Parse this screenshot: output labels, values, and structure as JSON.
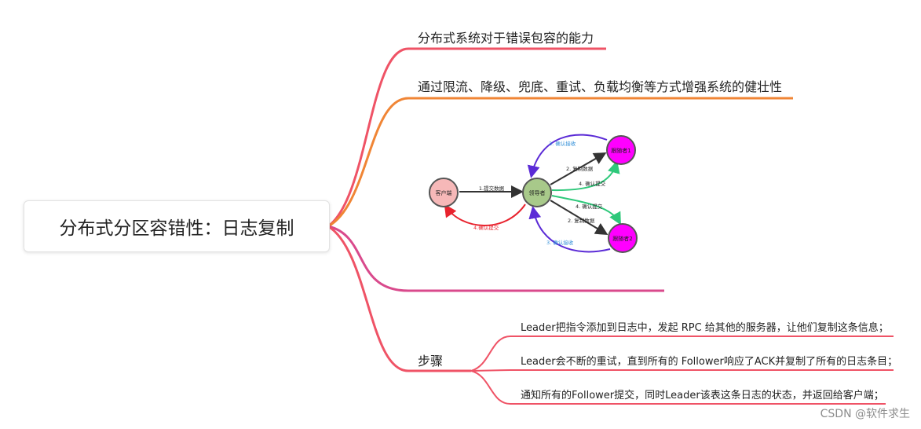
{
  "root": {
    "title": "分布式分区容错性：日志复制"
  },
  "branches": [
    {
      "label": "分布式系统对于错误包容的能力",
      "color": "#ef5366"
    },
    {
      "label": "通过限流、降级、兜底、重试、负载均衡等方式增强系统的健壮性",
      "color": "#f08535"
    },
    {
      "label": "",
      "color": "#d94a8c"
    },
    {
      "label": "步骤",
      "color": "#ef5366"
    }
  ],
  "steps": [
    "Leader把指令添加到日志中，发起 RPC 给其他的服务器，让他们复制这条信息；",
    "Leader会不断的重试，直到所有的 Follower响应了ACK并复制了所有的日志条目；",
    "通知所有的Follower提交，同时Leader该表这条日志的状态，并返回给客户端；"
  ],
  "diagram": {
    "client": "客户端",
    "leader": "领导者",
    "follower1": "跟随者1",
    "follower2": "跟随者2",
    "edge_submit": "1.提交数据",
    "edge_copy_1": "2. 复制数据",
    "edge_copy_2": "2. 复制数据",
    "edge_ack_1": "3. 确认接收",
    "edge_ack_2": "3. 确认接收",
    "edge_confirm_1": "4. 确认提交",
    "edge_confirm_2": "4. 确认提交",
    "edge_confirm_client": "4.确认提交",
    "colors": {
      "client": "#f6b8b8",
      "leader": "#a8c98a",
      "follower": "#ff00ff",
      "ack": "#5b2bd6",
      "confirm": "#2ec87a",
      "client_confirm": "#e8232e",
      "copy": "#333333"
    }
  },
  "watermark": "CSDN @软件求生"
}
